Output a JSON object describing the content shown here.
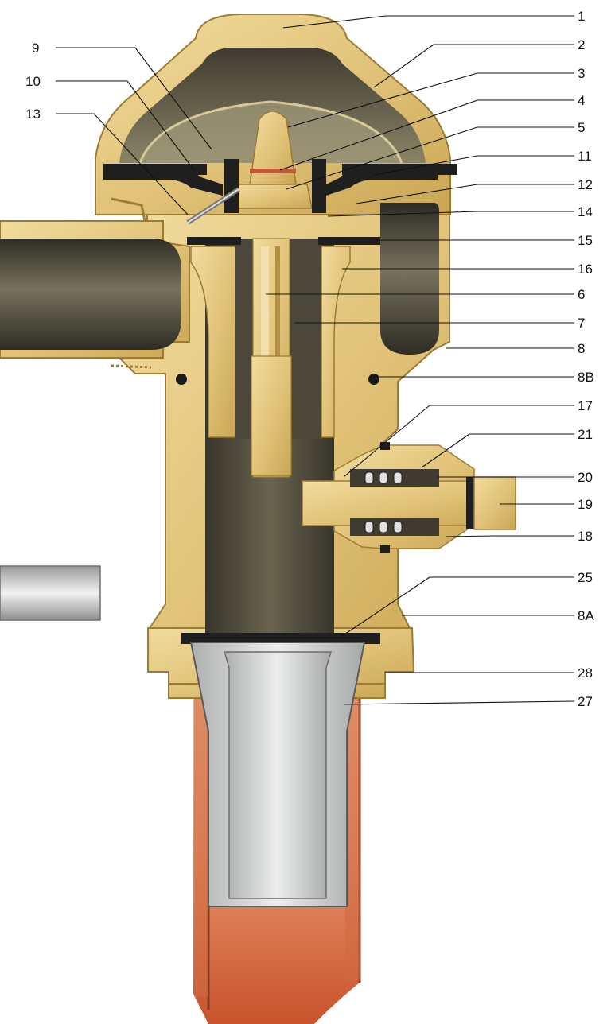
{
  "diagram": {
    "labels_right": [
      "1",
      "2",
      "3",
      "4",
      "5",
      "11",
      "12",
      "14",
      "15",
      "16",
      "6",
      "7",
      "8",
      "8B",
      "17",
      "21",
      "20",
      "19",
      "18",
      "25",
      "8A",
      "28",
      "27"
    ],
    "labels_left": [
      "9",
      "10",
      "13"
    ]
  },
  "colors": {
    "brass": "#e3c77e",
    "brass_dark": "#b8953e",
    "cavity_dark": "#4a4638",
    "gasket": "#1f1f1f",
    "copper": "#c9623a",
    "copper_light": "#e89a73",
    "tube_silver": "#cfd0d0"
  },
  "icons": {
    "valve": "valve-cutaway-icon"
  }
}
